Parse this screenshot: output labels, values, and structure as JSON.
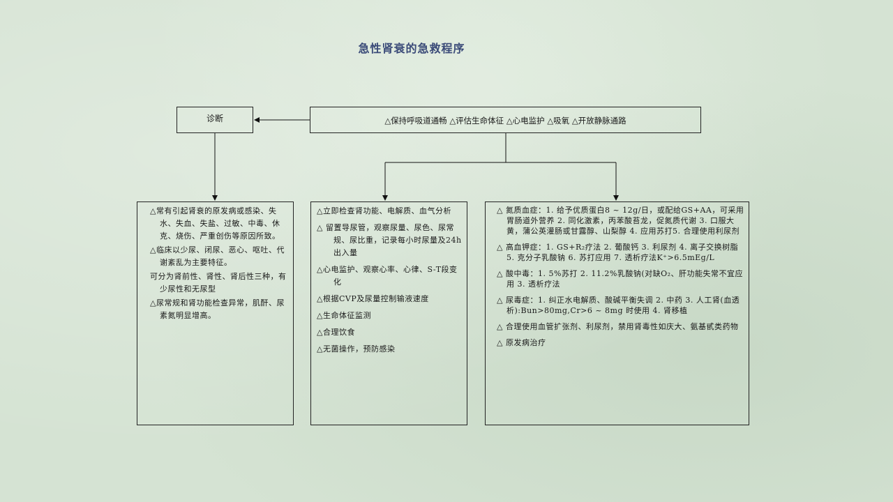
{
  "title": "急性肾衰的急救程序",
  "diagnosis_box": "诊断",
  "top_box": "△保持呼吸道通畅 △评估生命体征 △心电监护 △吸氧 △开放静脉通路",
  "column1": {
    "items": [
      "△常有引起肾衰的原发病或感染、失水、失血、失盐、过敏、中毒、休克、烧伤、严重创伤等原因所致。",
      "△临床以少尿、闭尿、恶心、呕吐、代谢紊乱为主要特征。",
      "可分为肾前性、肾性、肾后性三种，有少尿性和无尿型",
      "△尿常规和肾功能检查异常，肌酐、尿素氮明显增高。"
    ]
  },
  "column2": {
    "items": [
      "△立即检查肾功能、电解质、血气分析",
      "△ 留置导尿管，观察尿量、尿色、尿常规、尿比重，记录每小时尿量及24h出入量",
      "△心电监护、观察心率、心律、S-T段变化",
      "△根据CVP及尿量控制输液速度",
      "△生命体征监测",
      "△合理饮食",
      "△无菌操作，预防感染"
    ]
  },
  "column3": {
    "items": [
      "△ 氮质血症：1. 给予优质蛋白8 ~ 12g/日，或配给GS+AA，可采用胃肠道外营养 2. 同化激素，丙苯酸苔龙，促氮质代谢 3. 口服大黄，蒲公英灌肠或甘露醇、山梨醇 4. 应用苏打5. 合理使用利尿剂",
      "△ 高血钾症：1. GS+R₂疗法 2. 葡酸钙 3. 利尿剂 4. 离子交换树脂 5. 克分子乳酸钠 6. 苏打应用 7. 透析疗法K⁺>6.5mEg/L",
      "△ 酸中毒：1. 5%苏打 2. 11.2%乳酸钠(对缺O₂、肝功能失常不宜应用 3. 透析疗法",
      "△ 尿毒症：1. 纠正水电解质、酸碱平衡失调 2. 中药 3. 人工肾(血透析):Bun>80mg,Cr>6 ~ 8mg 时使用 4. 肾移植",
      "△ 合理使用血管扩张剂、利尿剂，禁用肾毒性如庆大、氨基甙类药物",
      "△ 原发病治疗"
    ]
  }
}
